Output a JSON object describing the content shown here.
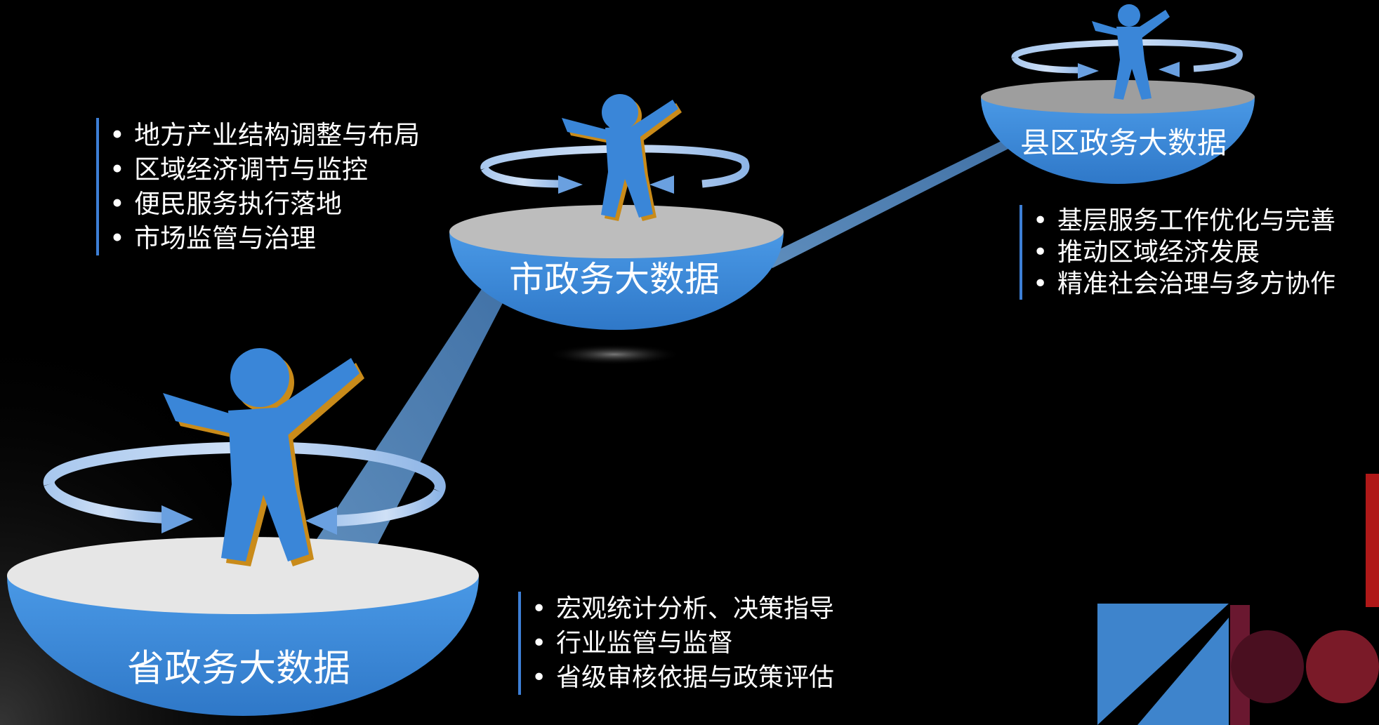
{
  "tiers": {
    "province": {
      "label": "省政务大数据",
      "items": [
        "宏观统计分析、决策指导",
        "行业监管与监督",
        "省级审核依据与政策评估"
      ]
    },
    "city": {
      "label": "市政务大数据",
      "items": [
        "地方产业结构调整与布局",
        "区域经济调节与监控",
        "便民服务执行落地",
        "市场监管与治理"
      ]
    },
    "county": {
      "label": "县区政务大数据",
      "items": [
        "基层服务工作优化与完善",
        "推动区域经济发展",
        "精准社会治理与多方协作"
      ]
    }
  },
  "colors": {
    "background": "#000000",
    "bowl_blue": "#3f8fdc",
    "bowl_top": "#d9d9d9",
    "figure_blue": "#3a86d8",
    "figure_shadow": "#c98b1a",
    "accent_bar": "#3d7fd6",
    "text": "#ffffff"
  },
  "icons": [
    "person-icon",
    "rotate-arrows-icon",
    "bowl-platform"
  ]
}
